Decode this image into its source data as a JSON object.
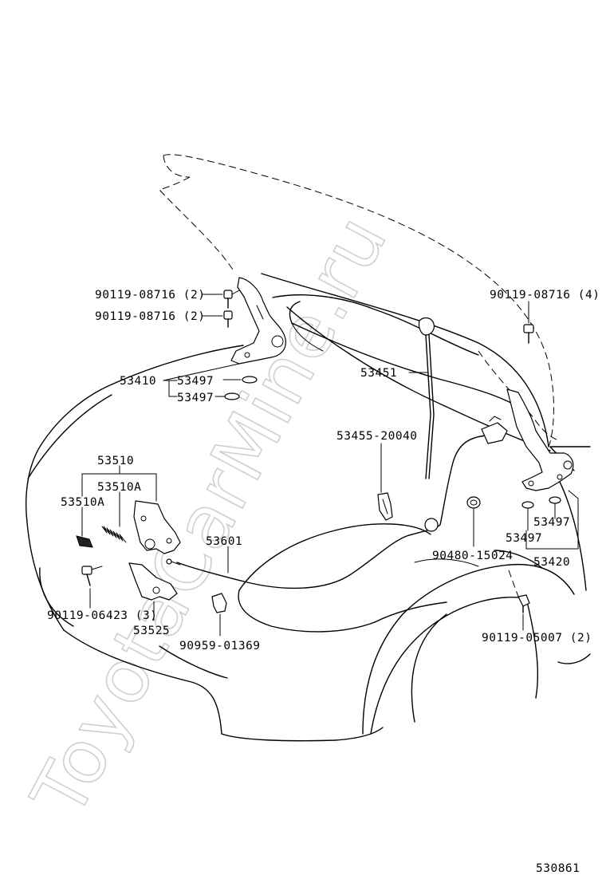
{
  "watermark": "ToyotaCarMine.ru",
  "diagram_id": "530861",
  "labels": {
    "bolt_left_1": "90119-08716 (2)",
    "bolt_left_2": "90119-08716 (2)",
    "bolt_right": "90119-08716 (4)",
    "hinge_left": "53410",
    "washer_left_1": "53497",
    "washer_left_2": "53497",
    "support_rod": "53451",
    "holder": "53455-20040",
    "lock": "53510",
    "lock_a_right": "53510A",
    "lock_a_left": "53510A",
    "cable": "53601",
    "grommet": "90480-15024",
    "washer_right_1": "53497",
    "washer_right_2": "53497",
    "hinge_right": "53420",
    "bolt_lock": "90119-06423 (3)",
    "lever": "53525",
    "clip": "90959-01369",
    "bolt_fender": "90119-05007 (2)"
  }
}
